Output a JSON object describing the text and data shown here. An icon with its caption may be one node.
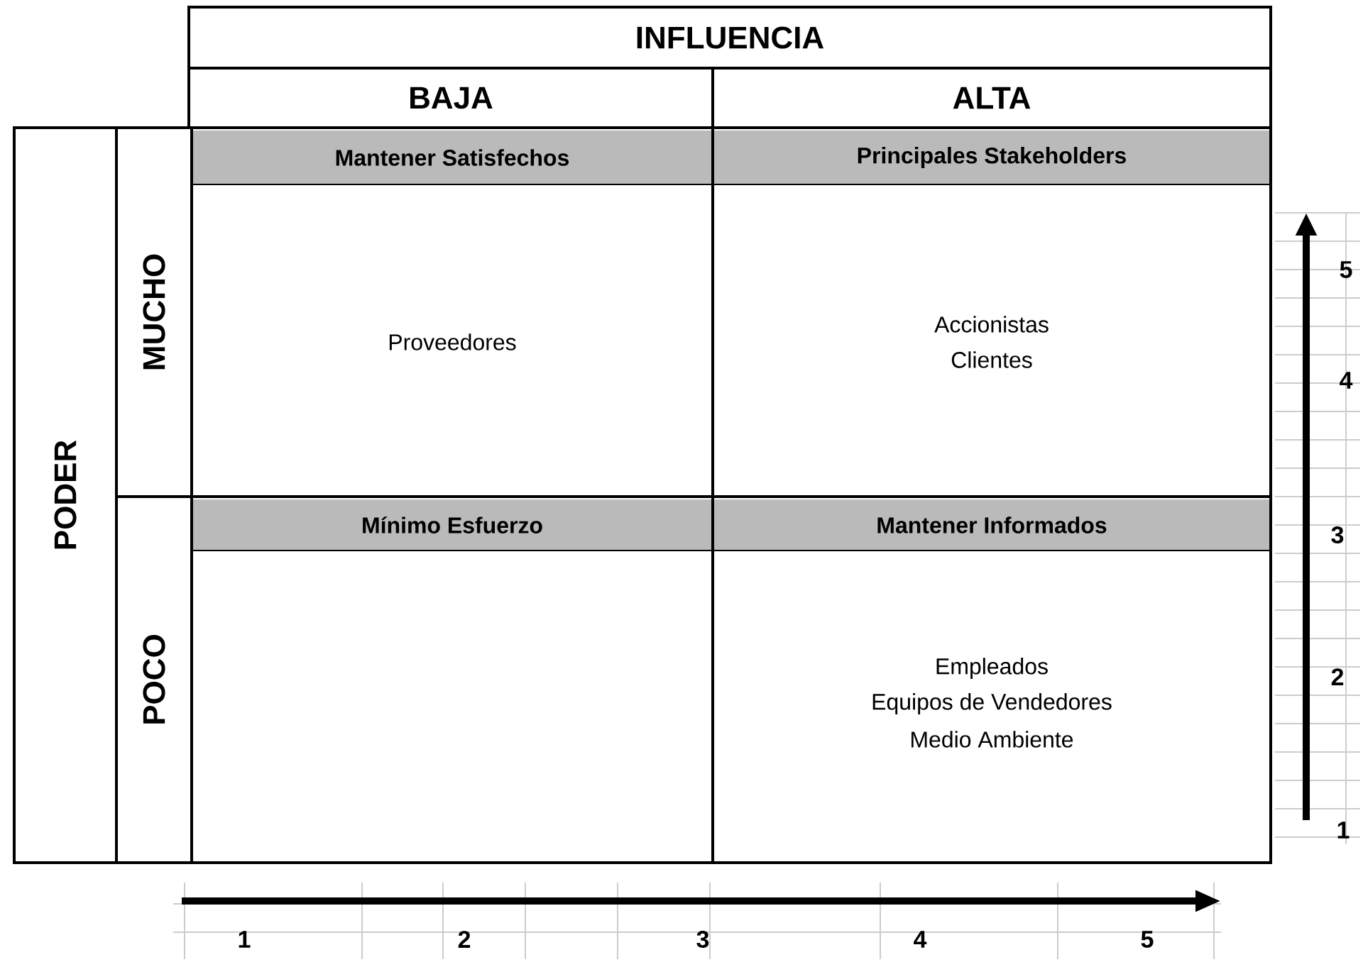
{
  "diagram": {
    "nodes": [
      {
        "text": [
          "INFLUENCIA"
        ]
      },
      {
        "text": [
          "BAJA"
        ]
      },
      {
        "text": [
          "ALTA"
        ]
      },
      {
        "text": [
          "PODER"
        ]
      },
      {
        "text": [
          "MUCHO"
        ]
      },
      {
        "text": [
          "POCO"
        ]
      },
      {
        "text": [
          "Mantener Satisfechos",
          "Proveedores"
        ]
      },
      {
        "text": [
          "Principales Stakeholders",
          "Accionistas",
          "Clientes"
        ]
      },
      {
        "text": [
          "Mínimo Esfuerzo"
        ]
      },
      {
        "text": [
          "Mantener Informados",
          "Empleados",
          "Equipos de Vendedores",
          "Medio Ambiente"
        ]
      }
    ],
    "edges": [],
    "labels": [
      "5",
      "4",
      "3",
      "2",
      "1",
      "1",
      "2",
      "3",
      "4",
      "5"
    ]
  }
}
